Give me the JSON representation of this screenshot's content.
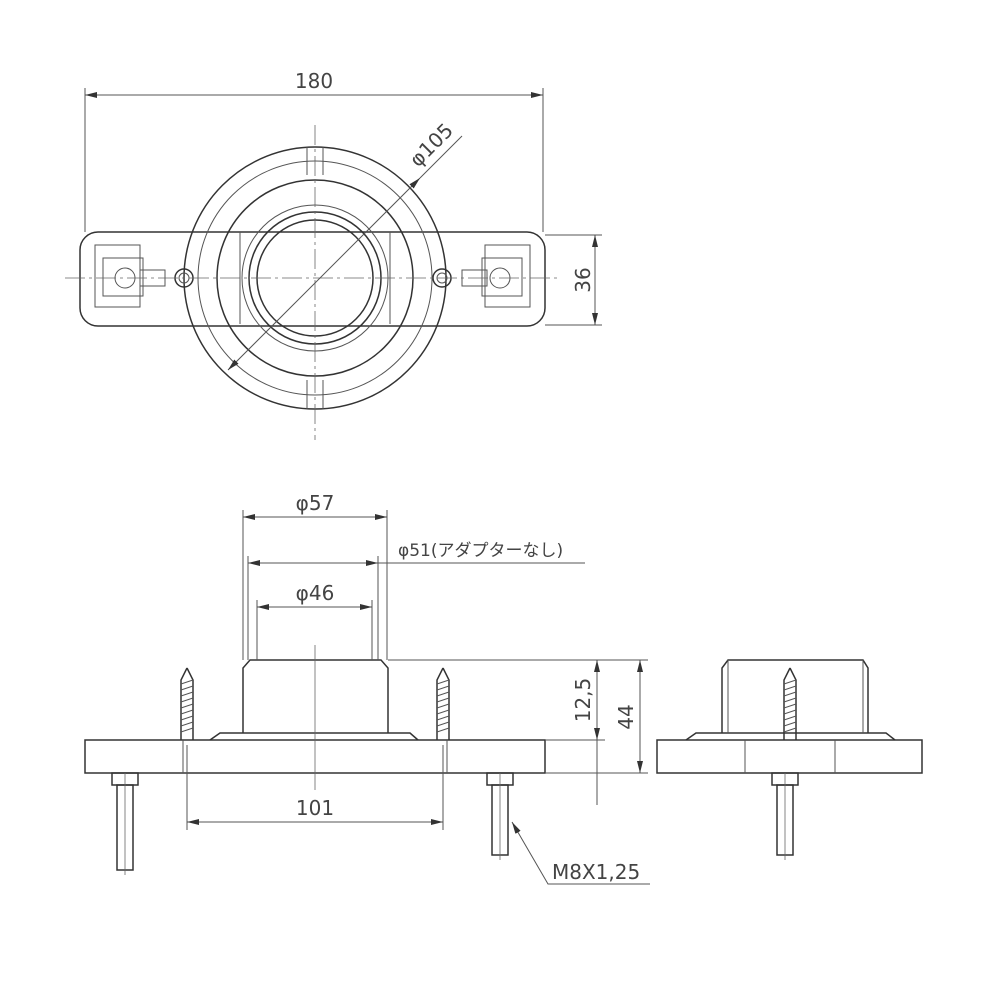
{
  "top_view": {
    "width_dim": "180",
    "diameter_dim": "φ105",
    "height_dim": "36"
  },
  "side_view": {
    "outer_diameter_dim": "φ57",
    "adapter_diameter_dim": "φ51(アダプターなし)",
    "inner_diameter_dim": "φ46",
    "top_height_dim": "12,5",
    "total_height_dim": "44",
    "screw_pitch_dim": "101",
    "bolt_spec": "M8X1,25"
  },
  "colors": {
    "line": "#333333",
    "background": "#ffffff"
  }
}
